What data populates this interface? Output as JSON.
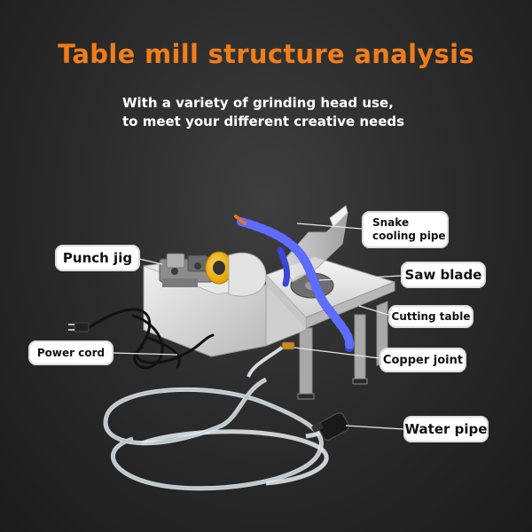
{
  "title": "Table mill structure analysis",
  "subtitle": {
    "line1": "With a variety of grinding head use,",
    "line2": "to meet your different creative needs"
  },
  "callouts": {
    "snake_cooling_pipe": {
      "line1": "Snake",
      "line2": "cooling pipe"
    },
    "punch_jig": "Punch jig",
    "saw_blade": "Saw blade",
    "cutting_table": "Cutting table",
    "power_cord": "Power cord",
    "copper_joint": "Copper joint",
    "water_pipe": "Water pipe"
  },
  "colors": {
    "title": "#f07d1c",
    "subtitle": "#ffffff",
    "callout_bg": "#ffffff",
    "cooling_pipe": "#3b45d6"
  }
}
